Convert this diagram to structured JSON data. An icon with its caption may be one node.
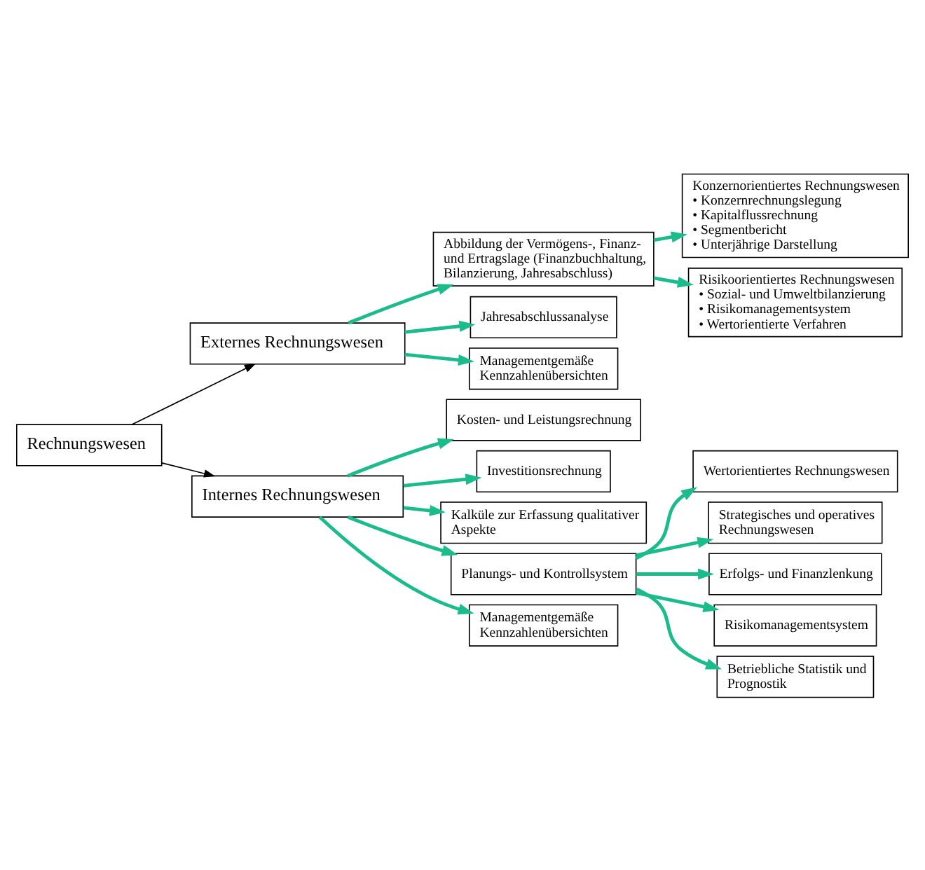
{
  "diagram": {
    "nodes": [
      {
        "text": [
          "Rechnungswesen"
        ]
      },
      {
        "text": [
          "Externes Rechnungswesen"
        ]
      },
      {
        "text": [
          "Internes Rechnungswesen"
        ]
      },
      {
        "text": [
          "Abbildung der Vermögens-, Finanz- und Ertragslage (Finanzbuchhaltung, Bilanzierung, Jahresabschluss)"
        ]
      },
      {
        "text": [
          "Konzernorientiertes Rechnungswesen",
          "• Konzernrechnungslegung",
          "• Kapitalflussrechnung",
          "• Segmentbericht",
          "• Unterjährige Darstellung"
        ]
      },
      {
        "text": [
          "Risikoorientiertes Rechnungswesen",
          "• Sozial- und Umweltbilanzierung",
          "• Risikomanagementsystem",
          "• Wertorientierte Verfahren"
        ]
      },
      {
        "text": [
          "Jahresabschlussanalyse"
        ]
      },
      {
        "text": [
          "Managementgemäße Kennzahlenübersichten"
        ]
      },
      {
        "text": [
          "Kosten- und Leistungsrechnung"
        ]
      },
      {
        "text": [
          "Investitionsrechnung"
        ]
      },
      {
        "text": [
          "Kalküle zur Erfassung qualitativer Aspekte"
        ]
      },
      {
        "text": [
          "Planungs- und Kontrollsystem"
        ]
      },
      {
        "text": [
          "Wertorientiertes Rechnungswesen"
        ]
      },
      {
        "text": [
          "Strategisches und operatives Rechnungswesen"
        ]
      },
      {
        "text": [
          "Erfolgs- und Finanzlenkung"
        ]
      },
      {
        "text": [
          "Risikomanagementsystem"
        ]
      },
      {
        "text": [
          "Betriebliche Statistik und Prognostik"
        ]
      },
      {
        "text": [
          "Managementgemäße Kennzahlenübersichten"
        ]
      }
    ],
    "edges": [
      {
        "from": 0,
        "to": 1,
        "arrow": "to",
        "color": "#000000"
      },
      {
        "from": 0,
        "to": 2,
        "arrow": "to",
        "color": "#000000"
      },
      {
        "from": 1,
        "to": 3,
        "arrow": "to"
      },
      {
        "from": 3,
        "to": 4,
        "arrow": "to"
      },
      {
        "from": 3,
        "to": 5,
        "arrow": "to"
      },
      {
        "from": 1,
        "to": 6,
        "arrow": "to"
      },
      {
        "from": 1,
        "to": 7,
        "arrow": "to"
      },
      {
        "from": 2,
        "to": 8,
        "arrow": "to"
      },
      {
        "from": 2,
        "to": 9,
        "arrow": "to"
      },
      {
        "from": 2,
        "to": 10,
        "arrow": "to"
      },
      {
        "from": 2,
        "to": 11,
        "arrow": "to"
      },
      {
        "from": 11,
        "to": 12,
        "arrow": "to"
      },
      {
        "from": 11,
        "to": 13,
        "arrow": "to"
      },
      {
        "from": 11,
        "to": 14,
        "arrow": "to"
      },
      {
        "from": 11,
        "to": 15,
        "arrow": "to"
      },
      {
        "from": 11,
        "to": 16,
        "arrow": "to"
      },
      {
        "from": 2,
        "to": 17,
        "arrow": "to"
      }
    ]
  }
}
